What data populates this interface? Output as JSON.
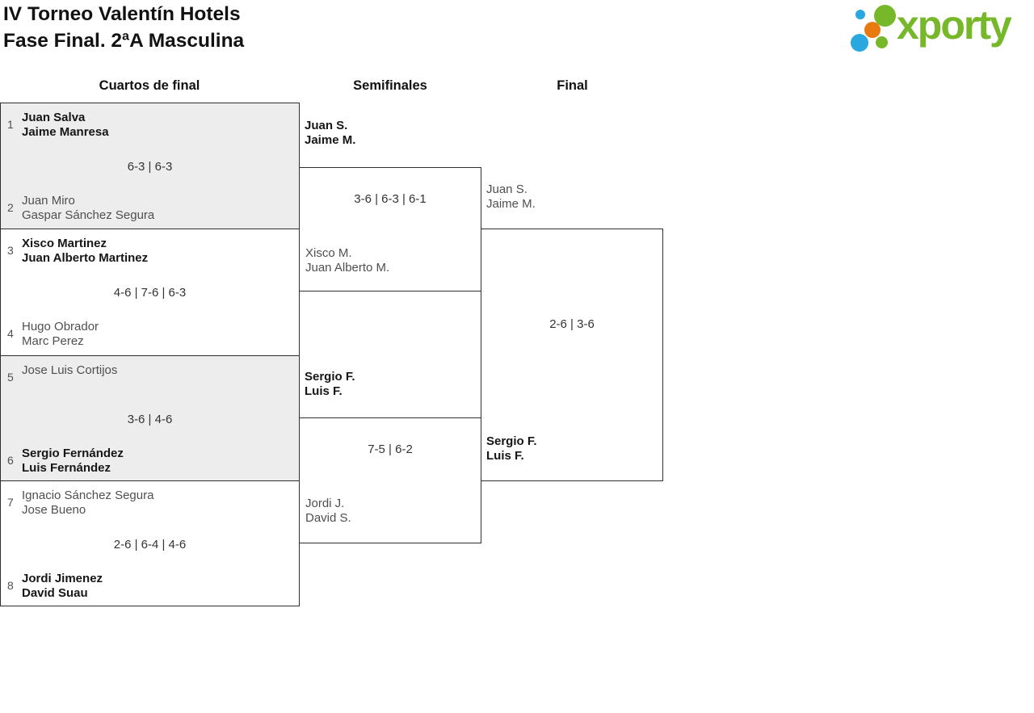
{
  "page": {
    "title_line1": "IV Torneo Valentín Hotels",
    "title_line2": "Fase Final. 2ªA Masculina"
  },
  "logo": {
    "text": "xporty"
  },
  "columns": {
    "quarterfinals": "Cuartos de final",
    "semifinals": "Semifinales",
    "final": "Final"
  },
  "colors": {
    "accent_green": "#76b82a",
    "accent_blue": "#29a8e0",
    "accent_orange": "#e87a10",
    "box_border": "#2f2f2f",
    "box_alt_bg": "#ededed",
    "winner_text": "#161616",
    "loser_text": "#4f4f4f"
  },
  "rounds": {
    "quarterfinals": [
      {
        "seed_top": "1",
        "top": [
          "Juan Salva",
          "Jaime Manresa"
        ],
        "score": "6-3 | 6-3",
        "seed_bottom": "2",
        "bottom": [
          "Juan Miro",
          "Gaspar Sánchez Segura"
        ],
        "winner": "top"
      },
      {
        "seed_top": "3",
        "top": [
          "Xisco Martinez",
          "Juan Alberto Martinez"
        ],
        "score": "4-6 | 7-6 | 6-3",
        "seed_bottom": "4",
        "bottom": [
          "Hugo Obrador",
          "Marc Perez"
        ],
        "winner": "top"
      },
      {
        "seed_top": "5",
        "top": [
          "Jose Luis Cortijos"
        ],
        "score": "3-6 | 4-6",
        "seed_bottom": "6",
        "bottom": [
          "Sergio Fernández",
          "Luis Fernández"
        ],
        "winner": "bottom"
      },
      {
        "seed_top": "7",
        "top": [
          "Ignacio Sánchez Segura",
          "Jose Bueno"
        ],
        "score": "2-6 | 6-4 | 4-6",
        "seed_bottom": "8",
        "bottom": [
          "Jordi Jimenez",
          "David Suau"
        ],
        "winner": "bottom"
      }
    ],
    "semifinals": [
      {
        "top": [
          "Juan S.",
          "Jaime M."
        ],
        "score": "3-6 | 6-3 | 6-1",
        "bottom": [
          "Xisco M.",
          "Juan Alberto M."
        ],
        "winner": "top"
      },
      {
        "top": [
          "Sergio F.",
          "Luis F."
        ],
        "score": "7-5 | 6-2",
        "bottom": [
          "Jordi J.",
          "David S."
        ],
        "winner": "top"
      }
    ],
    "final": {
      "top": [
        "Juan S.",
        "Jaime M."
      ],
      "score": "2-6 | 3-6",
      "bottom": [
        "Sergio F.",
        "Luis F."
      ],
      "winner": "bottom"
    }
  }
}
